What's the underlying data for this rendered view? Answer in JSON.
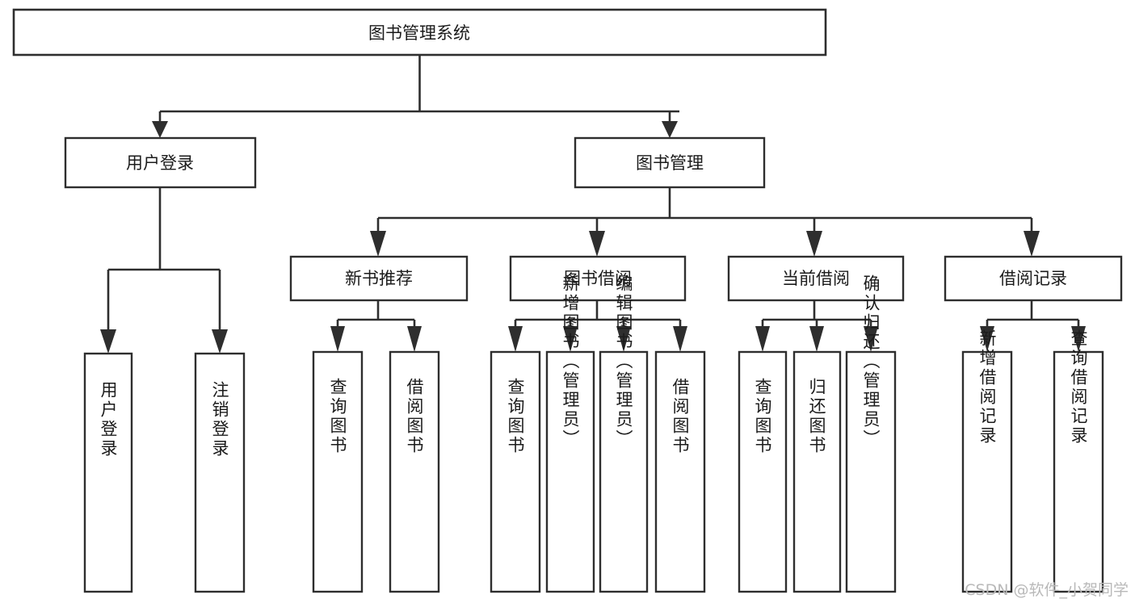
{
  "diagram": {
    "type": "tree",
    "title": "图书管理系统",
    "watermark": "CSDN @软件_小贺同学",
    "colors": {
      "stroke": "#2e2e2e",
      "fill": "#ffffff",
      "text": "#1b1b1b",
      "watermark": "#b9b9b9"
    },
    "nodes": {
      "root": {
        "label": "图书管理系统"
      },
      "level2": [
        {
          "label": "用户登录"
        },
        {
          "label": "图书管理"
        }
      ],
      "level3": [
        {
          "label": "新书推荐"
        },
        {
          "label": "图书借阅"
        },
        {
          "label": "当前借阅"
        },
        {
          "label": "借阅记录"
        }
      ],
      "leaves_user_login": [
        {
          "label": "用户登录"
        },
        {
          "label": "注销登录"
        }
      ],
      "leaves_new_book": [
        {
          "label": "查询图书"
        },
        {
          "label": "借阅图书"
        }
      ],
      "leaves_borrow": [
        {
          "label": "查询图书"
        },
        {
          "label": "新增图书（管理员）"
        },
        {
          "label": "编辑图书（管理员）"
        },
        {
          "label": "借阅图书"
        }
      ],
      "leaves_current": [
        {
          "label": "查询图书"
        },
        {
          "label": "归还图书"
        },
        {
          "label": "确认归还（管理员）"
        }
      ],
      "leaves_records": [
        {
          "label": "新增借阅记录"
        },
        {
          "label": "查询借阅记录"
        }
      ]
    }
  }
}
